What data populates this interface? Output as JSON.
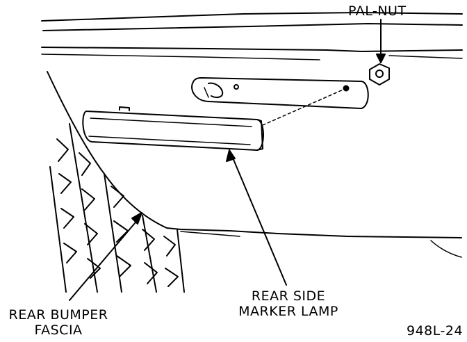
{
  "labels": {
    "pal_nut": "PAL-NUT",
    "rear_side_marker_lamp_line1": "REAR SIDE",
    "rear_side_marker_lamp_line2": "MARKER LAMP",
    "rear_bumper_fascia_line1": "REAR BUMPER",
    "rear_bumper_fascia_line2": "FASCIA",
    "figure_code": "948L-24"
  },
  "colors": {
    "ink": "#000000",
    "paper": "#ffffff"
  }
}
